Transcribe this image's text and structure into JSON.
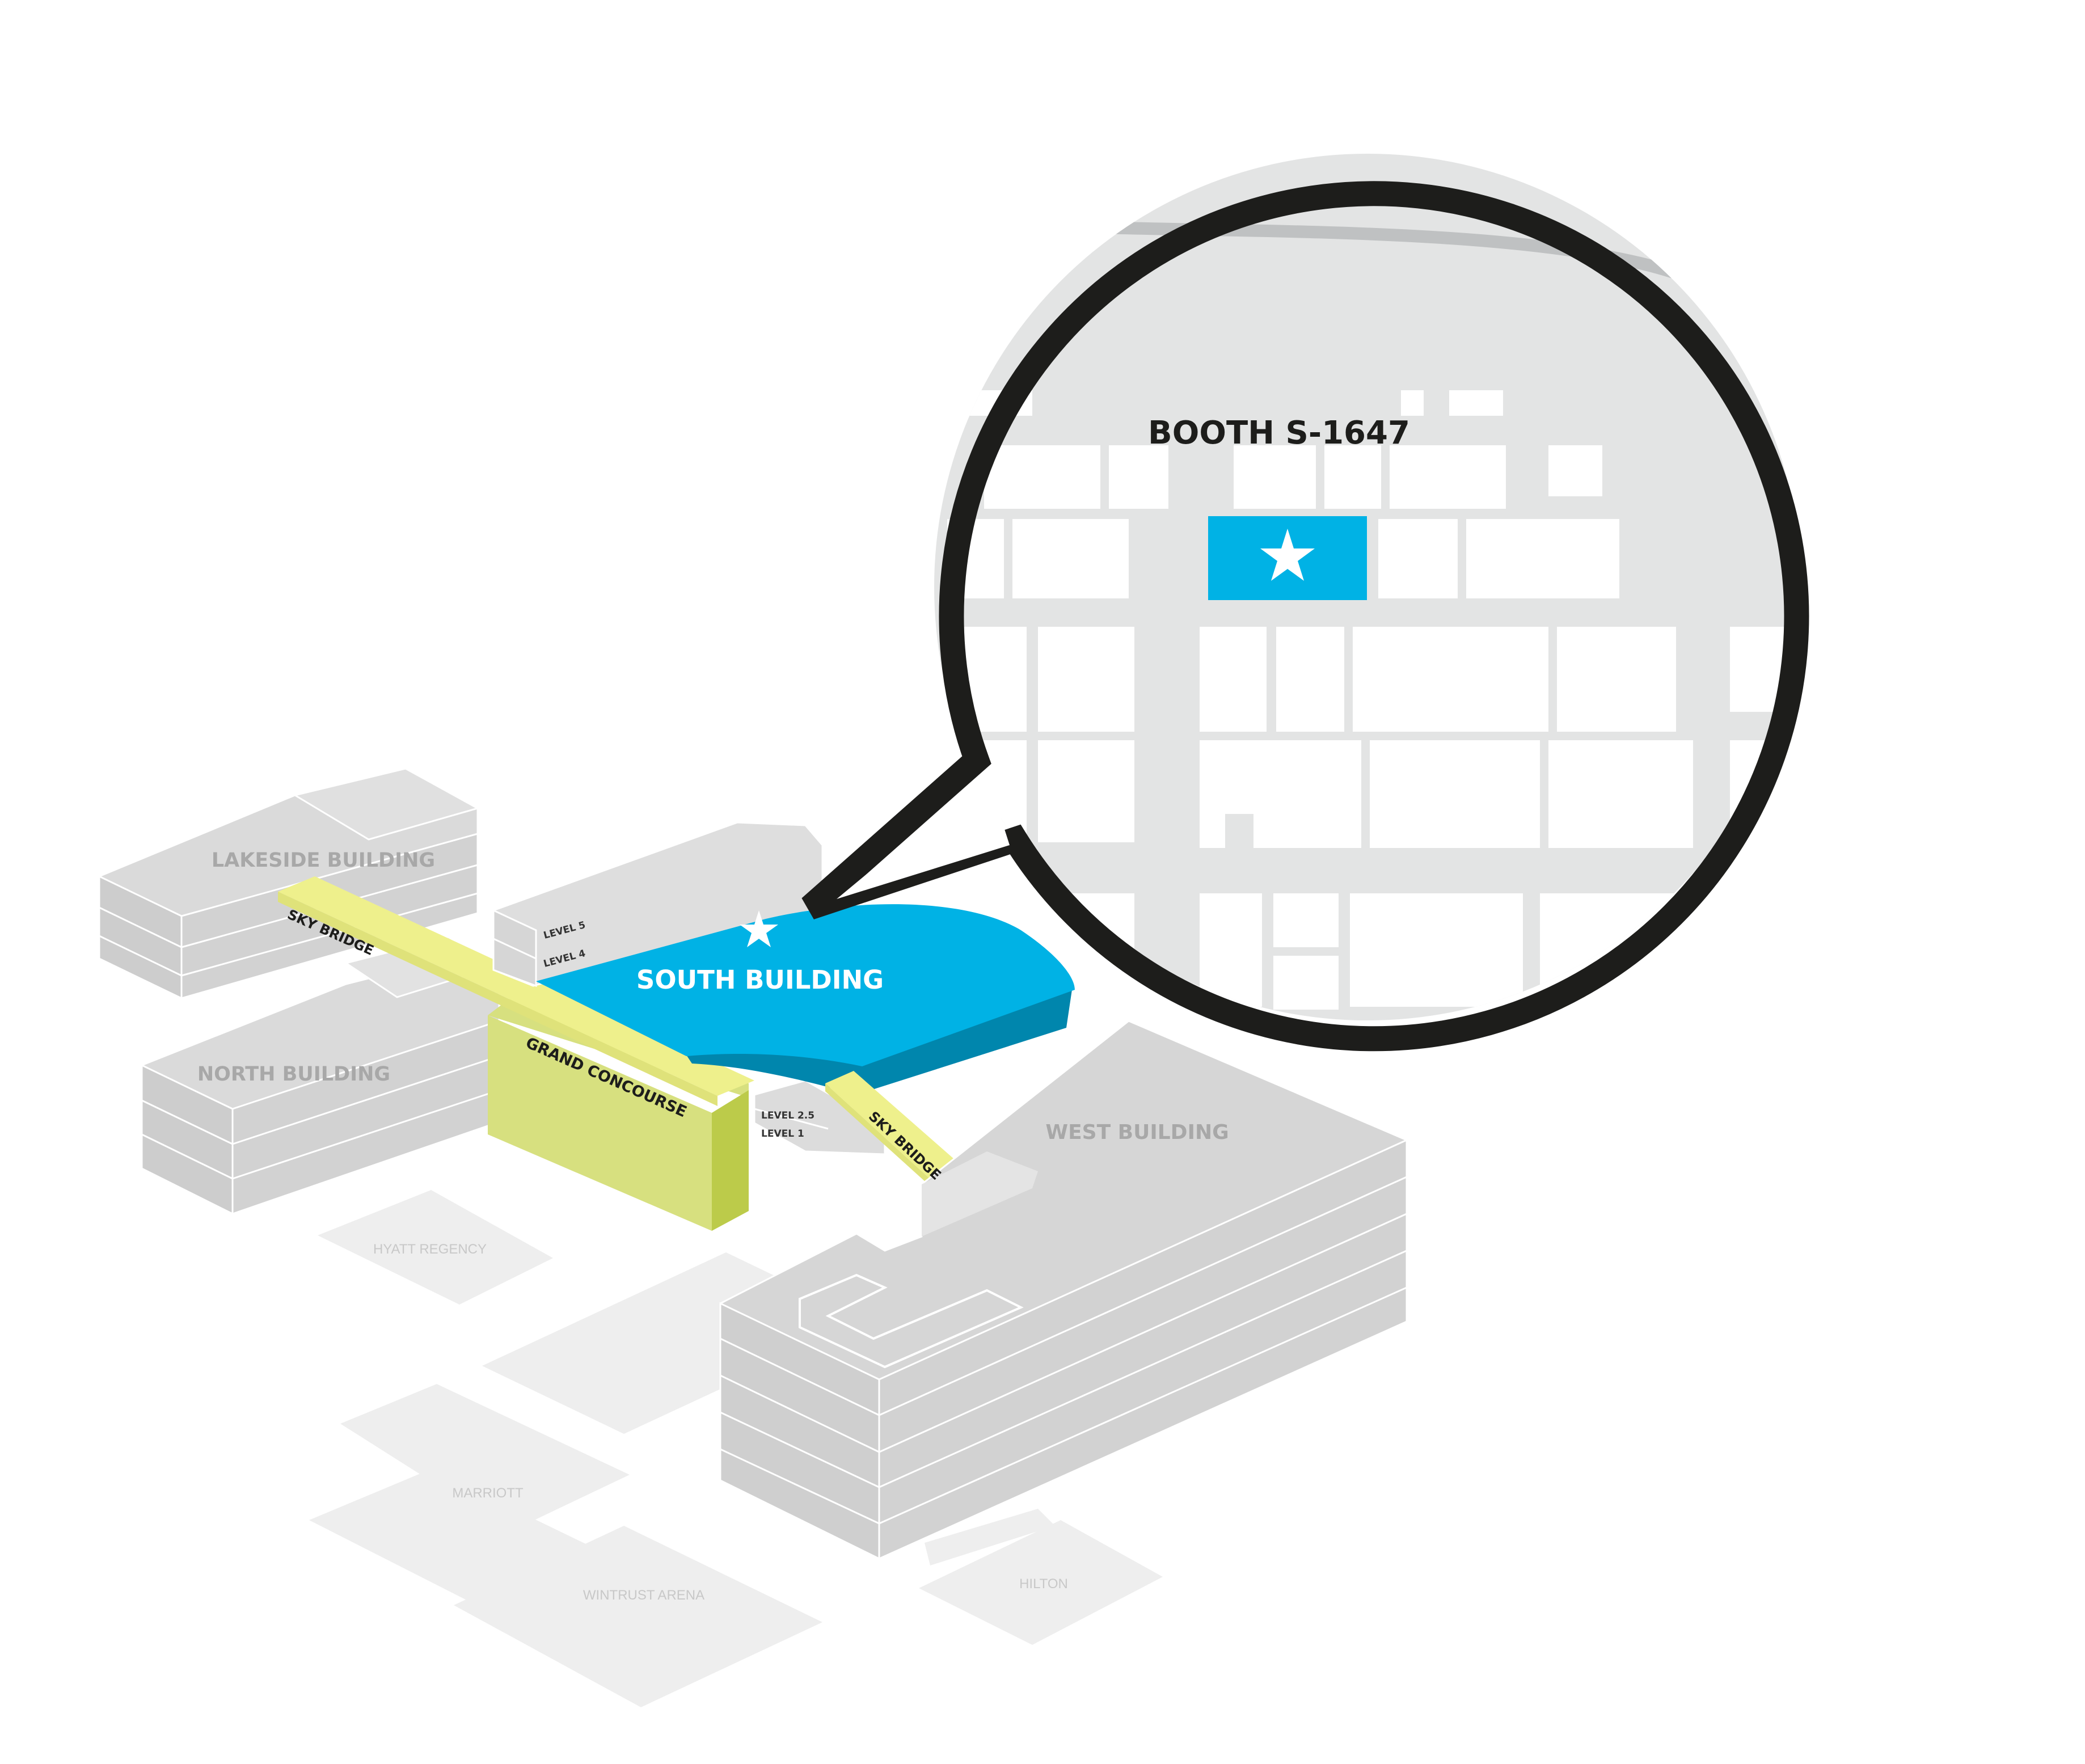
{
  "map": {
    "booth_label": "BOOTH S-1647",
    "buildings": {
      "lakeside": "LAKESIDE BUILDING",
      "north": "NORTH BUILDING",
      "south": "SOUTH BUILDING",
      "west": "WEST BUILDING"
    },
    "connectors": {
      "sky_bridge_north": "SKY BRIDGE",
      "sky_bridge_south": "SKY BRIDGE",
      "grand_concourse": "GRAND CONCOURSE"
    },
    "levels": {
      "level_5": "LEVEL 5",
      "level_4": "LEVEL 4",
      "level_2_5": "LEVEL 2.5",
      "level_1": "LEVEL 1"
    },
    "nearby": {
      "hyatt": "HYATT REGENCY",
      "marriott": "MARRIOTT",
      "wintrust": "WINTRUST ARENA",
      "hilton": "HILTON"
    },
    "colors": {
      "highlight_blue": "#00b2e5",
      "highlight_blue_dark": "#0086ad",
      "bridge_yellow": "#eef08c",
      "concourse_green": "#d6e07e",
      "building_gray": "#d6d6d6",
      "bubble_outline": "#1d1d1b",
      "shadow_gray": "#efefef"
    },
    "icons": {
      "booth_marker": "star-icon",
      "south_building_marker": "star-icon"
    }
  }
}
